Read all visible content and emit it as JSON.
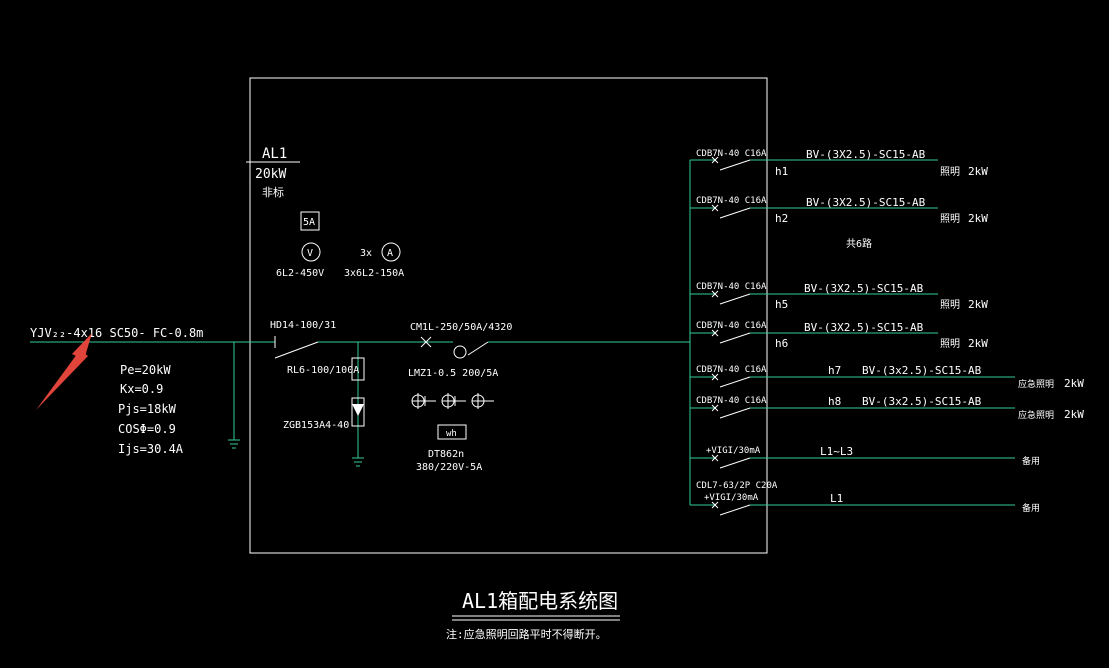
{
  "box": {
    "name": "AL1",
    "power": "20kW",
    "type": "非标"
  },
  "meters": {
    "fuse": "5A",
    "voltmeter_symbol": "V",
    "voltmeter_spec": "6L2-450V",
    "ammeter_count": "3x",
    "ammeter_symbol": "A",
    "ammeter_spec": "3x6L2-150A"
  },
  "incoming": {
    "cable": "YJV₂₂-4x16 SC50- FC-0.8m",
    "pe": "Pe=20kW",
    "kx": "Kx=0.9",
    "pjs": "Pjs=18kW",
    "cos": "COSΦ=0.9",
    "ijs": "Ijs=30.4A"
  },
  "main_devices": {
    "isolator": "HD14-100/31",
    "fuse": "RL6-100/100A",
    "spd": "ZGB153A4-40",
    "breaker": "CM1L-250/50A/4320",
    "ct": "LMZ1-0.5 200/5A",
    "meter_symbol": "wh",
    "meter": "DT862n",
    "meter_spec": "380/220V-5A"
  },
  "circuits": [
    {
      "breaker": "CDB7N-40 C16A",
      "code": "h1",
      "cable": "BV-(3X2.5)-SC15-AB",
      "load": "照明",
      "power": "2kW"
    },
    {
      "breaker": "CDB7N-40 C16A",
      "code": "h2",
      "cable": "BV-(3X2.5)-SC15-AB",
      "load": "照明",
      "power": "2kW"
    },
    {
      "breaker": "CDB7N-40 C16A",
      "code": "h5",
      "cable": "BV-(3X2.5)-SC15-AB",
      "load": "照明",
      "power": "2kW"
    },
    {
      "breaker": "CDB7N-40 C16A",
      "code": "h6",
      "cable": "BV-(3X2.5)-SC15-AB",
      "load": "照明",
      "power": "2kW"
    },
    {
      "breaker": "CDB7N-40 C16A",
      "code": "h7",
      "cable": "BV-(3x2.5)-SC15-AB",
      "load": "应急照明",
      "power": "2kW"
    },
    {
      "breaker": "CDB7N-40 C16A",
      "code": "h8",
      "cable": "BV-(3x2.5)-SC15-AB",
      "load": "应急照明",
      "power": "2kW"
    },
    {
      "breaker": "+VIGI/30mA",
      "code": "L1~L3",
      "cable": "",
      "load": "备用",
      "power": ""
    },
    {
      "breaker": "CDL7-63/2P C20A",
      "breaker2": "+VIGI/30mA",
      "code": "L1",
      "cable": "",
      "load": "备用",
      "power": ""
    }
  ],
  "omitted_note": "共6路",
  "title": "AL1箱配电系统图",
  "note": "注:应急照明回路平时不得断开。",
  "colors": {
    "line": "#33cc99",
    "text": "#ffffff",
    "arrow": "#e0443a",
    "background": "#000000"
  }
}
